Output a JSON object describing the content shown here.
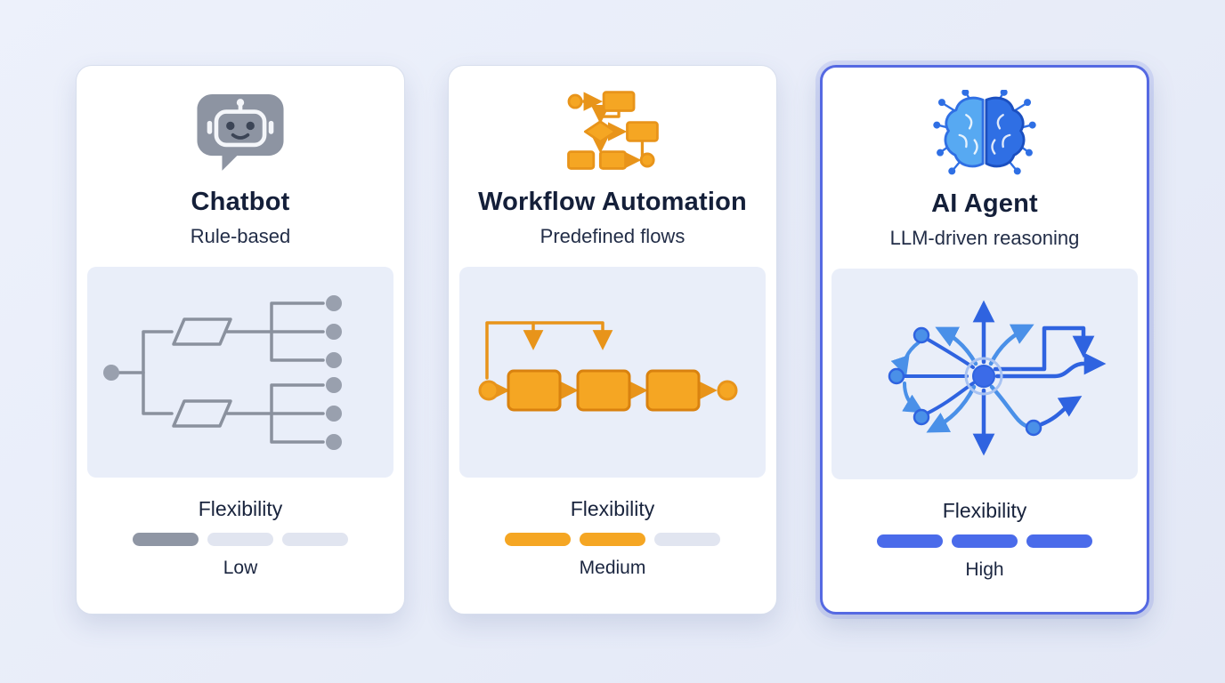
{
  "page": {
    "background": "#e6ebf7",
    "bar_empty_color": "#e1e5f0",
    "highlight_border_color": "#5569e2"
  },
  "cards": [
    {
      "id": "chatbot",
      "icon": "chatbot-robot-icon",
      "title": "Chatbot",
      "subtitle": "Rule-based",
      "diagram": "decision-tree",
      "flexibility_label": "Flexibility",
      "flexibility_level": "Low",
      "bars_filled": 1,
      "bars_total": 3,
      "accent": "#8f96a4",
      "highlighted": false
    },
    {
      "id": "workflow-automation",
      "icon": "flowchart-icon",
      "title": "Workflow Automation",
      "subtitle": "Predefined flows",
      "diagram": "linear-pipeline",
      "flexibility_label": "Flexibility",
      "flexibility_level": "Medium",
      "bars_filled": 2,
      "bars_total": 3,
      "accent": "#f5a623",
      "highlighted": false
    },
    {
      "id": "ai-agent",
      "icon": "ai-brain-icon",
      "title": "AI Agent",
      "subtitle": "LLM-driven reasoning",
      "diagram": "branching-network",
      "flexibility_label": "Flexibility",
      "flexibility_level": "High",
      "bars_filled": 3,
      "bars_total": 3,
      "accent": "#4a6bea",
      "highlighted": true
    }
  ]
}
